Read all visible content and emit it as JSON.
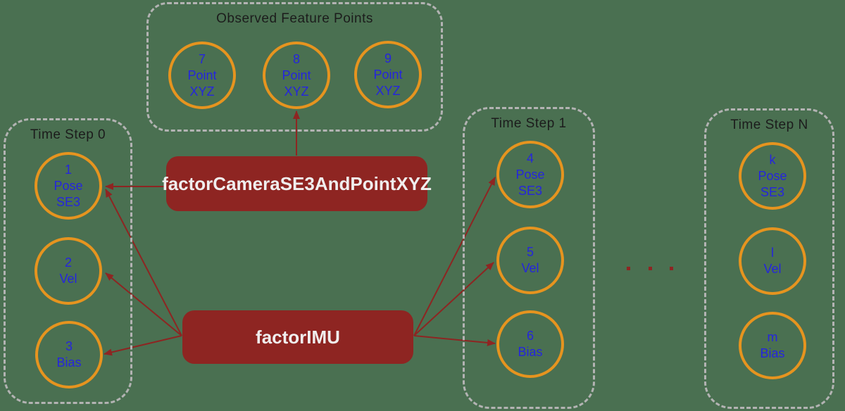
{
  "colors": {
    "background": "#4a7051",
    "group_border": "#b3b3b3",
    "group_title": "#1c1c1c",
    "node_border": "#e6941f",
    "node_text": "#2525dd",
    "factor_background": "#8e2522",
    "factor_text": "#f0eeee",
    "edge": "#8e2522"
  },
  "groups": [
    {
      "id": "observed-feature-points",
      "title": "Observed Feature Points"
    },
    {
      "id": "time-step-0",
      "title": "Time Step 0"
    },
    {
      "id": "time-step-1",
      "title": "Time Step 1"
    },
    {
      "id": "time-step-n",
      "title": "Time Step N"
    }
  ],
  "nodes": [
    {
      "id": "node-7",
      "group": "observed-feature-points",
      "lines": [
        "7",
        "Point",
        "XYZ"
      ]
    },
    {
      "id": "node-8",
      "group": "observed-feature-points",
      "lines": [
        "8",
        "Point",
        "XYZ"
      ]
    },
    {
      "id": "node-9",
      "group": "observed-feature-points",
      "lines": [
        "9",
        "Point",
        "XYZ"
      ]
    },
    {
      "id": "node-1",
      "group": "time-step-0",
      "lines": [
        "1",
        "Pose",
        "SE3"
      ]
    },
    {
      "id": "node-2",
      "group": "time-step-0",
      "lines": [
        "2",
        "Vel"
      ]
    },
    {
      "id": "node-3",
      "group": "time-step-0",
      "lines": [
        "3",
        "Bias"
      ]
    },
    {
      "id": "node-4",
      "group": "time-step-1",
      "lines": [
        "4",
        "Pose",
        "SE3"
      ]
    },
    {
      "id": "node-5",
      "group": "time-step-1",
      "lines": [
        "5",
        "Vel"
      ]
    },
    {
      "id": "node-6",
      "group": "time-step-1",
      "lines": [
        "6",
        "Bias"
      ]
    },
    {
      "id": "node-k",
      "group": "time-step-n",
      "lines": [
        "k",
        "Pose",
        "SE3"
      ]
    },
    {
      "id": "node-l",
      "group": "time-step-n",
      "lines": [
        "l",
        "Vel"
      ]
    },
    {
      "id": "node-m",
      "group": "time-step-n",
      "lines": [
        "m",
        "Bias"
      ]
    }
  ],
  "factors": [
    {
      "id": "factor-camera",
      "label": "factorCameraSE3AndPointXYZ"
    },
    {
      "id": "factor-imu",
      "label": "factorIMU"
    }
  ],
  "edges": [
    {
      "from": "factor-camera",
      "to": "node-1"
    },
    {
      "from": "factor-camera",
      "to": "node-8"
    },
    {
      "from": "factor-imu",
      "to": "node-1"
    },
    {
      "from": "factor-imu",
      "to": "node-2"
    },
    {
      "from": "factor-imu",
      "to": "node-3"
    },
    {
      "from": "factor-imu",
      "to": "node-4"
    },
    {
      "from": "factor-imu",
      "to": "node-5"
    },
    {
      "from": "factor-imu",
      "to": "node-6"
    }
  ]
}
